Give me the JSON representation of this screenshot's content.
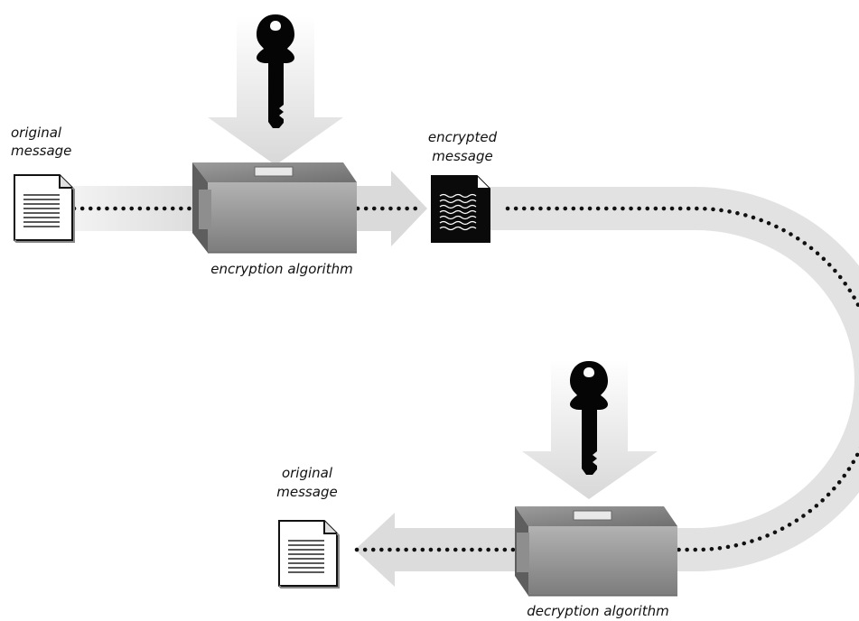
{
  "labels": {
    "original_message_top_line1": "original",
    "original_message_top_line2": "message",
    "encrypted_message_line1": "encrypted",
    "encrypted_message_line2": "message",
    "encryption_algorithm": "encryption algorithm",
    "original_message_bottom_line1": "original",
    "original_message_bottom_line2": "message",
    "decryption_algorithm": "decryption algorithm"
  },
  "icons": {
    "key": "key-icon",
    "plain_document": "document-icon",
    "encrypted_document": "encrypted-document-icon",
    "algorithm_box": "algorithm-box-icon"
  },
  "colors": {
    "band": "#e4e4e4",
    "dots": "#111111",
    "box_front": "#9a9a9a",
    "key": "#050505"
  }
}
